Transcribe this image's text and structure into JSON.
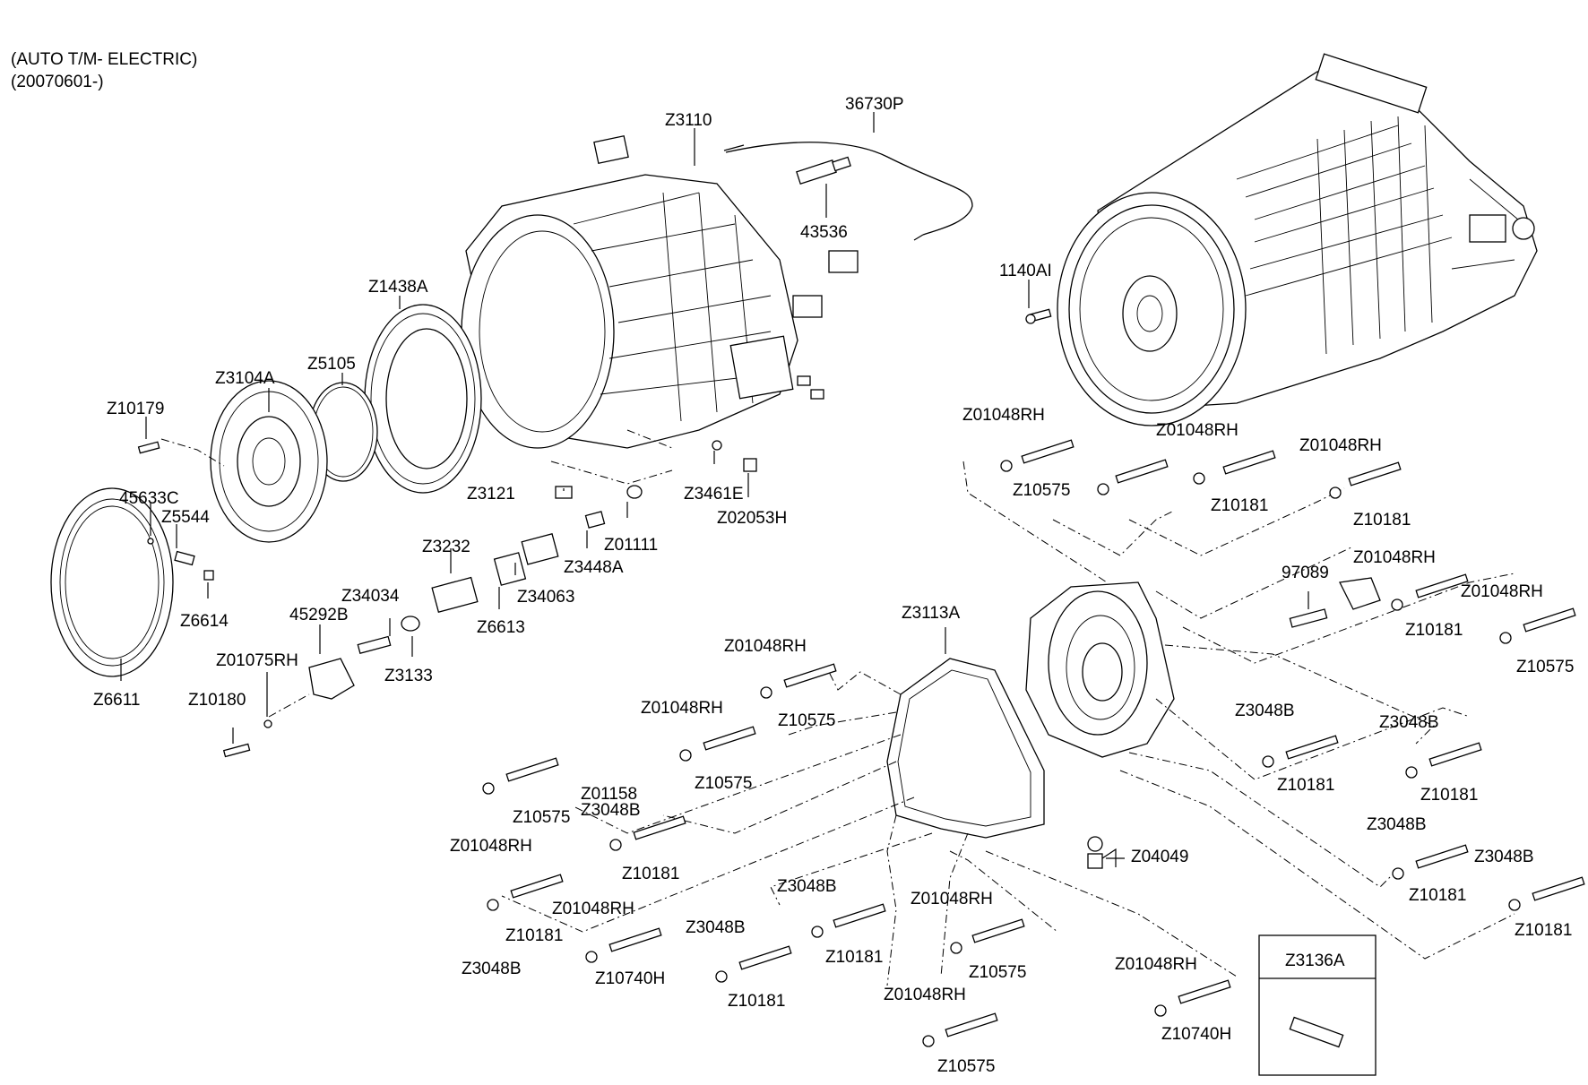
{
  "header": {
    "line1": "(AUTO T/M- ELECTRIC)",
    "line2": "(20070601-)"
  },
  "labels": {
    "z3110": "Z3110",
    "p36730p": "36730P",
    "p43536": "43536",
    "p1140ai": "1140AI",
    "z1438a": "Z1438A",
    "z5105": "Z5105",
    "z3104a": "Z3104A",
    "z10179": "Z10179",
    "p45633c": "45633C",
    "z5544": "Z5544",
    "z6614": "Z6614",
    "z6611": "Z6611",
    "z3121": "Z3121",
    "z3461e": "Z3461E",
    "z02053h": "Z02053H",
    "z01111": "Z01111",
    "z3448a": "Z3448A",
    "z3232": "Z3232",
    "z34063": "Z34063",
    "z6613": "Z6613",
    "z34034": "Z34034",
    "p45292b": "45292B",
    "z01075rh": "Z01075RH",
    "z3133": "Z3133",
    "z10180": "Z10180",
    "z3113a": "Z3113A",
    "p97089": "97089",
    "z04049": "Z04049",
    "z3136a": "Z3136A",
    "z01158": "Z01158",
    "z01048rh": "Z01048RH",
    "z10575": "Z10575",
    "z10181": "Z10181",
    "z3048b": "Z3048B",
    "z10740h": "Z10740H"
  }
}
